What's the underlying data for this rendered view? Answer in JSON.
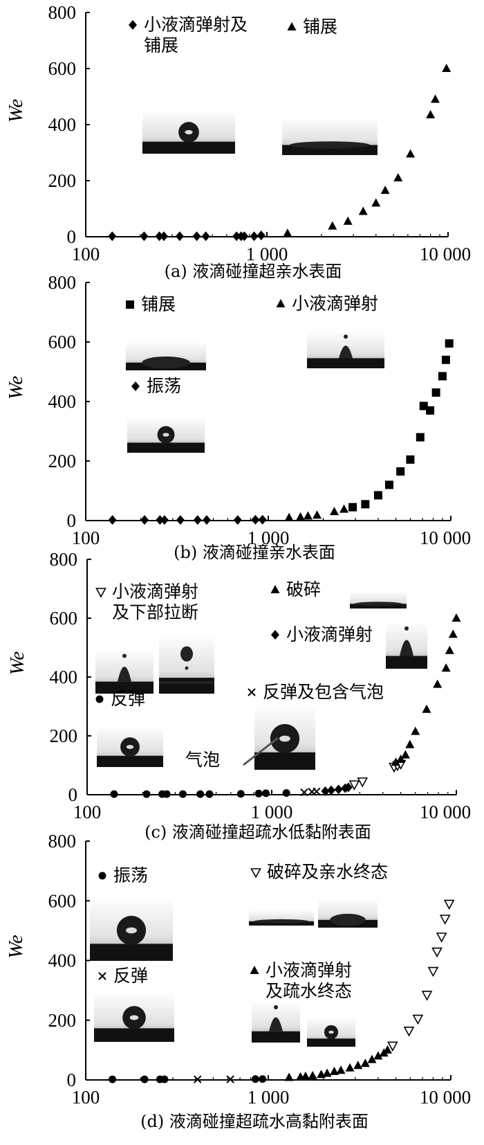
{
  "chart_data": [
    {
      "id": "a",
      "type": "scatter",
      "title": "(a) 液滴碰撞超亲水表面",
      "xlabel": "",
      "ylabel": "We",
      "x_scale": "log",
      "xlim": [
        100,
        10000
      ],
      "ylim": [
        0,
        800
      ],
      "x_ticks": [
        "100",
        "1 000",
        "10 000"
      ],
      "y_ticks": [
        "0",
        "200",
        "400",
        "600",
        "800"
      ],
      "legend": [
        "小液滴弹射及铺展",
        "铺展"
      ],
      "series": [
        {
          "name": "小液滴弹射及铺展",
          "marker": "diamond",
          "points": [
            [
              140,
              2
            ],
            [
              210,
              2
            ],
            [
              255,
              2
            ],
            [
              270,
              2
            ],
            [
              330,
              2
            ],
            [
              410,
              2
            ],
            [
              460,
              2
            ],
            [
              680,
              2
            ],
            [
              720,
              2
            ],
            [
              750,
              2
            ],
            [
              850,
              2
            ],
            [
              930,
              5
            ]
          ]
        },
        {
          "name": "铺展",
          "marker": "triangle",
          "points": [
            [
              1300,
              12
            ],
            [
              2300,
              38
            ],
            [
              2800,
              55
            ],
            [
              3400,
              90
            ],
            [
              4000,
              120
            ],
            [
              4500,
              165
            ],
            [
              5300,
              210
            ],
            [
              6200,
              295
            ],
            [
              8000,
              435
            ],
            [
              8500,
              490
            ],
            [
              9800,
              600
            ]
          ]
        }
      ]
    },
    {
      "id": "b",
      "type": "scatter",
      "title": "(b) 液滴碰撞亲水表面",
      "xlabel": "",
      "ylabel": "We",
      "x_scale": "log",
      "xlim": [
        100,
        10000
      ],
      "ylim": [
        0,
        800
      ],
      "x_ticks": [
        "100",
        "1 000",
        "10 000"
      ],
      "y_ticks": [
        "0",
        "200",
        "400",
        "600",
        "800"
      ],
      "legend": [
        "铺展",
        "小液滴弹射",
        "振荡"
      ],
      "series": [
        {
          "name": "振荡",
          "marker": "diamond",
          "points": [
            [
              140,
              2
            ],
            [
              210,
              2
            ],
            [
              255,
              2
            ],
            [
              270,
              2
            ],
            [
              330,
              2
            ],
            [
              410,
              2
            ],
            [
              460,
              2
            ],
            [
              680,
              2
            ],
            [
              850,
              3
            ],
            [
              930,
              3
            ]
          ]
        },
        {
          "name": "小液滴弹射",
          "marker": "triangle",
          "points": [
            [
              1300,
              10
            ],
            [
              1500,
              12
            ],
            [
              1650,
              15
            ],
            [
              1850,
              18
            ],
            [
              2300,
              30
            ],
            [
              2600,
              38
            ]
          ]
        },
        {
          "name": "铺展",
          "marker": "square",
          "points": [
            [
              2900,
              45
            ],
            [
              3400,
              55
            ],
            [
              4000,
              85
            ],
            [
              4600,
              120
            ],
            [
              5300,
              165
            ],
            [
              6000,
              205
            ],
            [
              6800,
              280
            ],
            [
              7100,
              385
            ],
            [
              7700,
              370
            ],
            [
              8300,
              430
            ],
            [
              9000,
              485
            ],
            [
              9400,
              540
            ],
            [
              9800,
              595
            ]
          ]
        }
      ]
    },
    {
      "id": "c",
      "type": "scatter",
      "title": "(c) 液滴碰撞超疏水低黏附表面",
      "xlabel": "",
      "ylabel": "We",
      "x_scale": "log",
      "xlim": [
        100,
        10000
      ],
      "ylim": [
        0,
        800
      ],
      "x_ticks": [
        "100",
        "1 000",
        "10 000"
      ],
      "y_ticks": [
        "0",
        "200",
        "400",
        "600",
        "800"
      ],
      "legend": [
        "小液滴弹射及下部拉断",
        "破碎",
        "小液滴弹射",
        "反弹",
        "反弹及包含气泡"
      ],
      "annotations": [
        "气泡"
      ],
      "series": [
        {
          "name": "反弹",
          "marker": "dot",
          "points": [
            [
              140,
              2
            ],
            [
              210,
              2
            ],
            [
              255,
              2
            ],
            [
              270,
              2
            ],
            [
              330,
              2
            ],
            [
              410,
              2
            ],
            [
              460,
              2
            ],
            [
              680,
              3
            ],
            [
              850,
              4
            ],
            [
              930,
              5
            ],
            [
              1200,
              6
            ]
          ]
        },
        {
          "name": "反弹及包含气泡",
          "marker": "cross",
          "points": [
            [
              1500,
              8
            ],
            [
              1650,
              10
            ],
            [
              1750,
              11
            ]
          ]
        },
        {
          "name": "小液滴弹射",
          "marker": "diamond",
          "points": [
            [
              1950,
              12
            ],
            [
              2100,
              15
            ],
            [
              2300,
              18
            ],
            [
              2500,
              22
            ],
            [
              2600,
              25
            ]
          ]
        },
        {
          "name": "小液滴弹射及下部拉断",
          "marker": "triangle-down",
          "points": [
            [
              2800,
              35
            ],
            [
              3100,
              45
            ],
            [
              4600,
              95
            ],
            [
              4800,
              100
            ],
            [
              5000,
              105
            ]
          ]
        },
        {
          "name": "破碎",
          "marker": "triangle",
          "points": [
            [
              4700,
              110
            ],
            [
              5000,
              120
            ],
            [
              5300,
              135
            ],
            [
              5600,
              170
            ],
            [
              6000,
              215
            ],
            [
              6900,
              290
            ],
            [
              7900,
              375
            ],
            [
              8800,
              430
            ],
            [
              9200,
              490
            ],
            [
              9600,
              545
            ],
            [
              10000,
              600
            ]
          ]
        }
      ]
    },
    {
      "id": "d",
      "type": "scatter",
      "title": "(d) 液滴碰撞超疏水高黏附表面",
      "xlabel": "",
      "ylabel": "We",
      "x_scale": "log",
      "xlim": [
        100,
        10000
      ],
      "ylim": [
        0,
        800
      ],
      "x_ticks": [
        "100",
        "1 000",
        "10 000"
      ],
      "y_ticks": [
        "0",
        "200",
        "400",
        "600",
        "800"
      ],
      "legend": [
        "振荡",
        "破碎及亲水终态",
        "反弹",
        "小液滴弹射及疏水终态"
      ],
      "series": [
        {
          "name": "振荡",
          "marker": "dot",
          "points": [
            [
              140,
              2
            ],
            [
              210,
              2
            ],
            [
              255,
              2
            ],
            [
              270,
              2
            ],
            [
              850,
              3
            ],
            [
              930,
              3
            ]
          ]
        },
        {
          "name": "反弹",
          "marker": "cross",
          "points": [
            [
              410,
              2
            ],
            [
              620,
              2
            ]
          ]
        },
        {
          "name": "小液滴弹射及疏水终态",
          "marker": "triangle",
          "points": [
            [
              1300,
              8
            ],
            [
              1500,
              10
            ],
            [
              1600,
              12
            ],
            [
              1750,
              14
            ],
            [
              1950,
              18
            ],
            [
              2100,
              22
            ],
            [
              2300,
              28
            ],
            [
              2500,
              32
            ],
            [
              2800,
              40
            ],
            [
              3100,
              48
            ],
            [
              3400,
              55
            ],
            [
              3700,
              68
            ],
            [
              4000,
              80
            ],
            [
              4300,
              90
            ],
            [
              4500,
              100
            ]
          ]
        },
        {
          "name": "破碎及亲水终态",
          "marker": "triangle-down",
          "points": [
            [
              4800,
              115
            ],
            [
              5900,
              165
            ],
            [
              6600,
              205
            ],
            [
              7400,
              285
            ],
            [
              8000,
              365
            ],
            [
              8400,
              430
            ],
            [
              8900,
              480
            ],
            [
              9300,
              540
            ],
            [
              9800,
              590
            ]
          ]
        }
      ]
    }
  ]
}
